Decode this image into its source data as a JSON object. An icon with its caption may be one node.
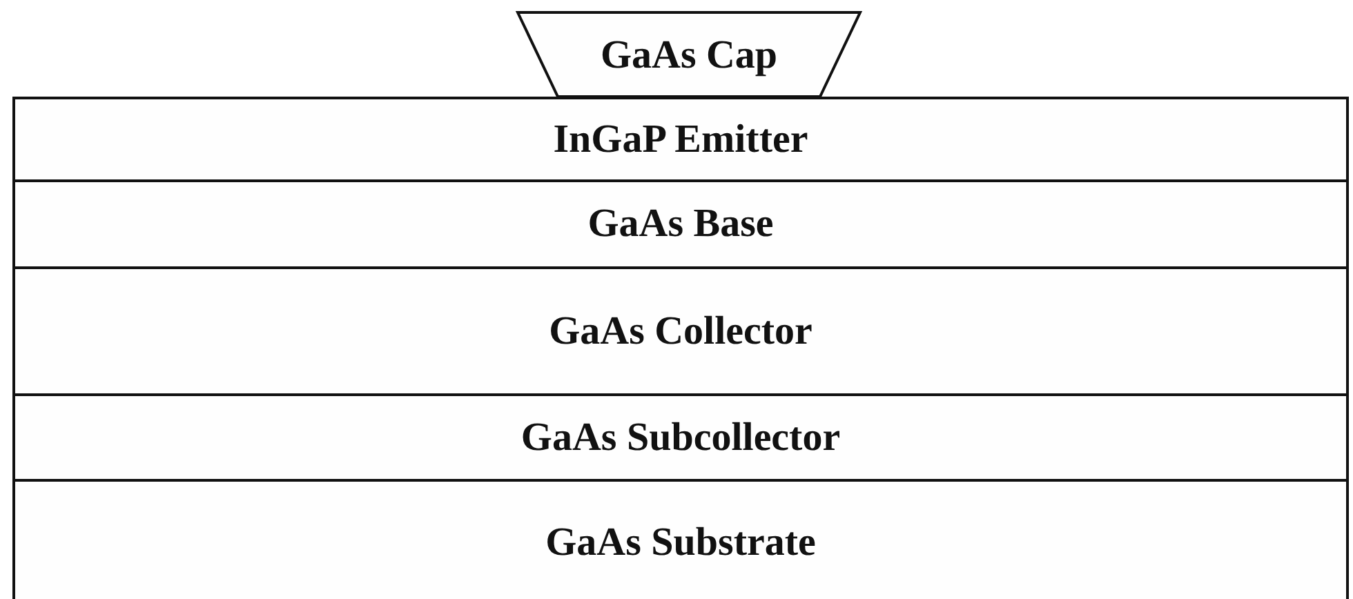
{
  "diagram": {
    "nodes": [
      {
        "text": [
          "GaAs Cap"
        ]
      },
      {
        "text": [
          "InGaP Emitter"
        ]
      },
      {
        "text": [
          "GaAs Base"
        ]
      },
      {
        "text": [
          "GaAs Collector"
        ]
      },
      {
        "text": [
          "GaAs Subcollector"
        ]
      },
      {
        "text": [
          "GaAs Substrate"
        ]
      }
    ]
  }
}
